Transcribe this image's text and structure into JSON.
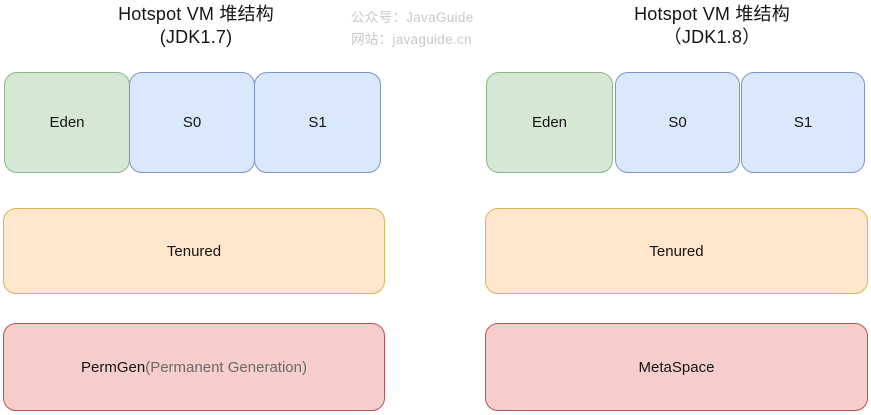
{
  "watermark": {
    "line1": "公众号：JavaGuide",
    "line2": "网站：javaguide.cn"
  },
  "colors": {
    "eden_fill": "#d5e8d4",
    "eden_border": "#8fb58c",
    "survivor_fill": "#dae8fc",
    "survivor_border": "#7d95c5",
    "tenured_fill": "#ffe6cc",
    "tenured_border": "#d6b656",
    "perm_fill": "#f8cecc",
    "perm_border": "#b85450",
    "watermark_text": "#c9c9c9",
    "sub_label_text": "#696969",
    "label_text": "#141414"
  },
  "jdk17": {
    "title_line1": "Hotspot VM  堆结构",
    "title_line2": "(JDK1.7)",
    "eden_label": "Eden",
    "s0_label": "S0",
    "s1_label": "S1",
    "tenured_label": "Tenured",
    "bottom_main": "PermGen",
    "bottom_sub": "(Permanent Generation)"
  },
  "jdk18": {
    "title_line1": "Hotspot VM  堆结构",
    "title_line2": "（JDK1.8）",
    "eden_label": "Eden",
    "s0_label": "S0",
    "s1_label": "S1",
    "tenured_label": "Tenured",
    "bottom_main": "MetaSpace",
    "bottom_sub": ""
  }
}
